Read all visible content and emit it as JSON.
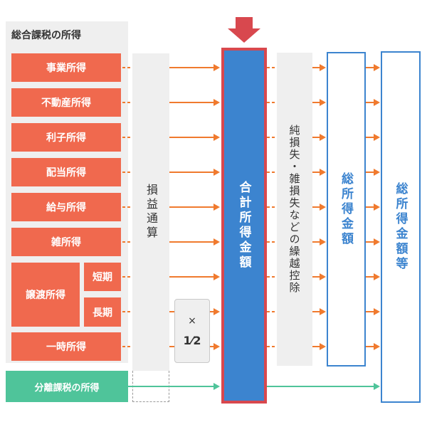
{
  "panel_title": "総合課税の所得",
  "income_items": [
    "事業所得",
    "不動産所得",
    "利子所得",
    "配当所得",
    "給与所得",
    "雑所得"
  ],
  "transfer": {
    "label": "譲渡所得",
    "short": "短期",
    "long": "長期"
  },
  "one_time": "一時所得",
  "separate_tax": "分離課税の所得",
  "loss_offset": "損益通算",
  "half": {
    "times": "×",
    "fraction": "1⁄2"
  },
  "total_income": "合計所得金額",
  "carryover": "純損失・雑損失などの繰越控除",
  "gross_income": "総所得金額",
  "gross_income_etc": "総所得金額等",
  "colors": {
    "income": "#f0694e",
    "separate": "#4fc49a",
    "arrow_orange": "#f07a2e",
    "arrow_green": "#4fc49a",
    "total_fill": "#3c84cf",
    "total_border": "#d8484e",
    "outline_blue": "#3c84cf"
  },
  "icons": {
    "top_arrow": "down-arrow-icon",
    "flow_arrow": "right-arrow-icon"
  }
}
